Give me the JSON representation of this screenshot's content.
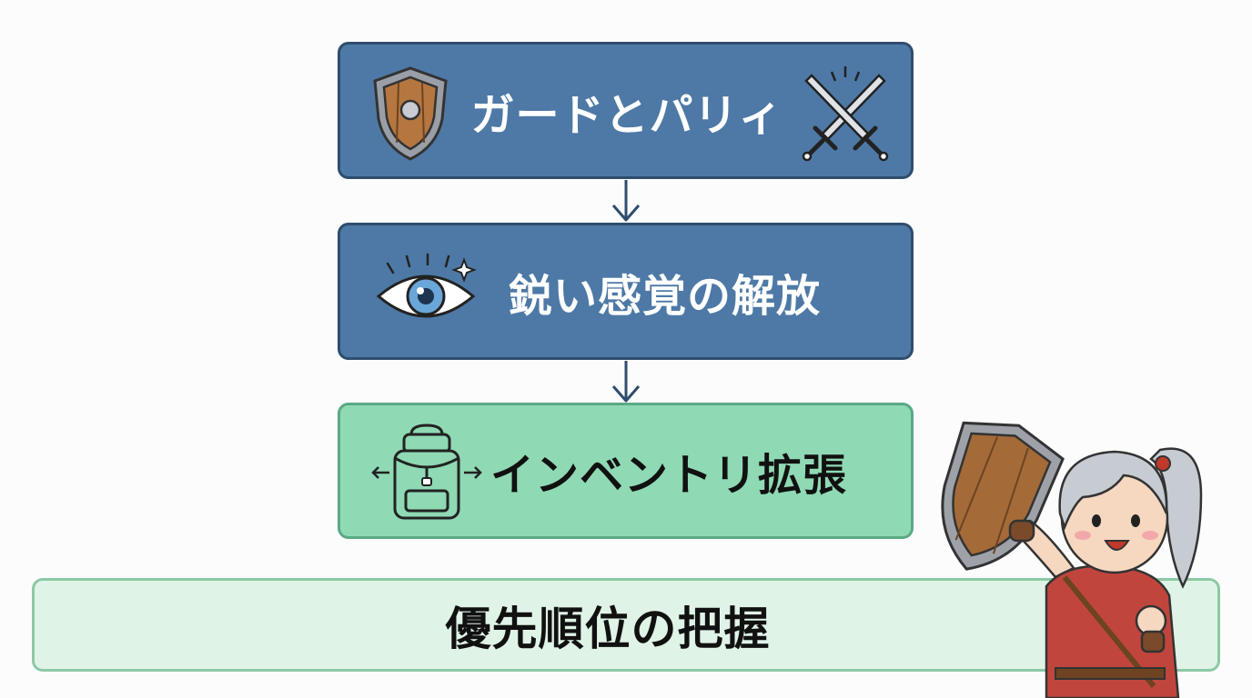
{
  "steps": [
    {
      "label": "ガードとパリィ",
      "icons": [
        "shield-icon",
        "crossed-swords-icon"
      ]
    },
    {
      "label": "鋭い感覚の解放",
      "icons": [
        "sparkling-eye-icon"
      ]
    },
    {
      "label": "インベントリ拡張",
      "icons": [
        "expanding-backpack-icon"
      ]
    }
  ],
  "footer": {
    "label": "優先順位の把握"
  },
  "colors": {
    "blue_box": "#4e79a6",
    "green_box": "#8fd9b4",
    "pale_box": "#dff3e6",
    "arrow": "#2f4d6e"
  },
  "illustration": "girl-with-shield"
}
